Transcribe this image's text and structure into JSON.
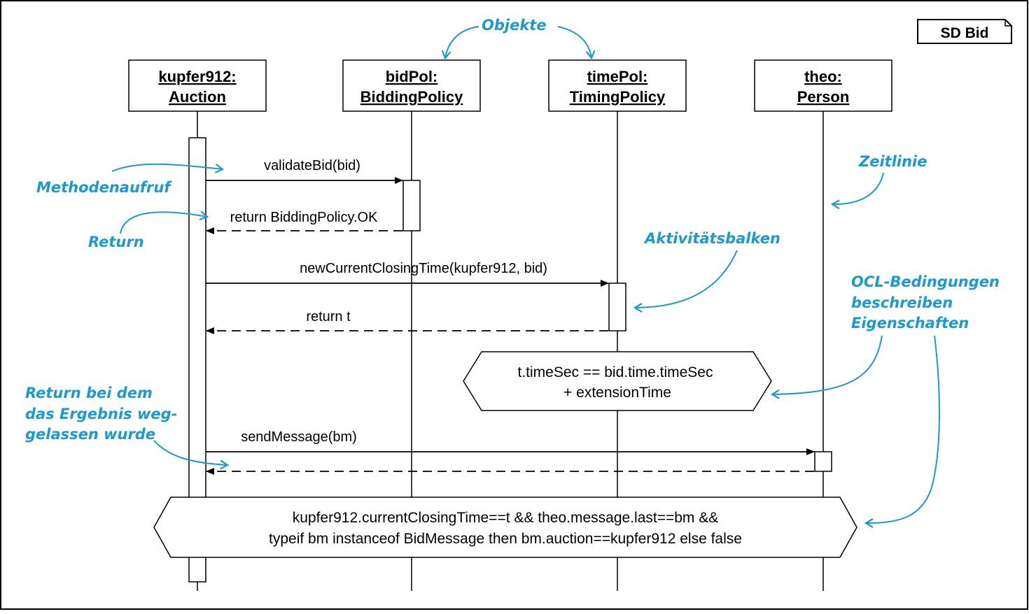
{
  "frame": {
    "title": "SD Bid"
  },
  "objects": [
    {
      "id": "auction",
      "line1": "kupfer912:",
      "line2": "Auction"
    },
    {
      "id": "bidpol",
      "line1": "bidPol:",
      "line2": "BiddingPolicy"
    },
    {
      "id": "timepol",
      "line1": "timePol:",
      "line2": "TimingPolicy"
    },
    {
      "id": "theo",
      "line1": "theo:",
      "line2": "Person"
    }
  ],
  "messages": {
    "validate": "validateBid(bid)",
    "return_ok": "return BiddingPolicy.OK",
    "new_closing": "newCurrentClosingTime(kupfer912, bid)",
    "return_t": "return t",
    "send_message": "sendMessage(bm)"
  },
  "conditions": {
    "c1_line1": "t.timeSec == bid.time.timeSec",
    "c1_line2": "+ extensionTime",
    "c2_line1": "kupfer912.currentClosingTime==t  &&  theo.message.last==bm  &&",
    "c2_line2": "typeif bm instanceof BidMessage then bm.auction==kupfer912 else false"
  },
  "annotations": {
    "objekte": "Objekte",
    "zeitlinie": "Zeitlinie",
    "methodenaufruf": "Methodenaufruf",
    "return": "Return",
    "aktivitaetsbalken": "Aktivitätsbalken",
    "ocl_line1": "OCL-Bedingungen",
    "ocl_line2": "beschreiben",
    "ocl_line3": "Eigenschaften",
    "return_omitted_line1": "Return bei dem",
    "return_omitted_line2": "das Ergebnis weg-",
    "return_omitted_line3": "gelassen wurde"
  },
  "colors": {
    "annotation": "#1a9ad1",
    "line": "#000000"
  }
}
